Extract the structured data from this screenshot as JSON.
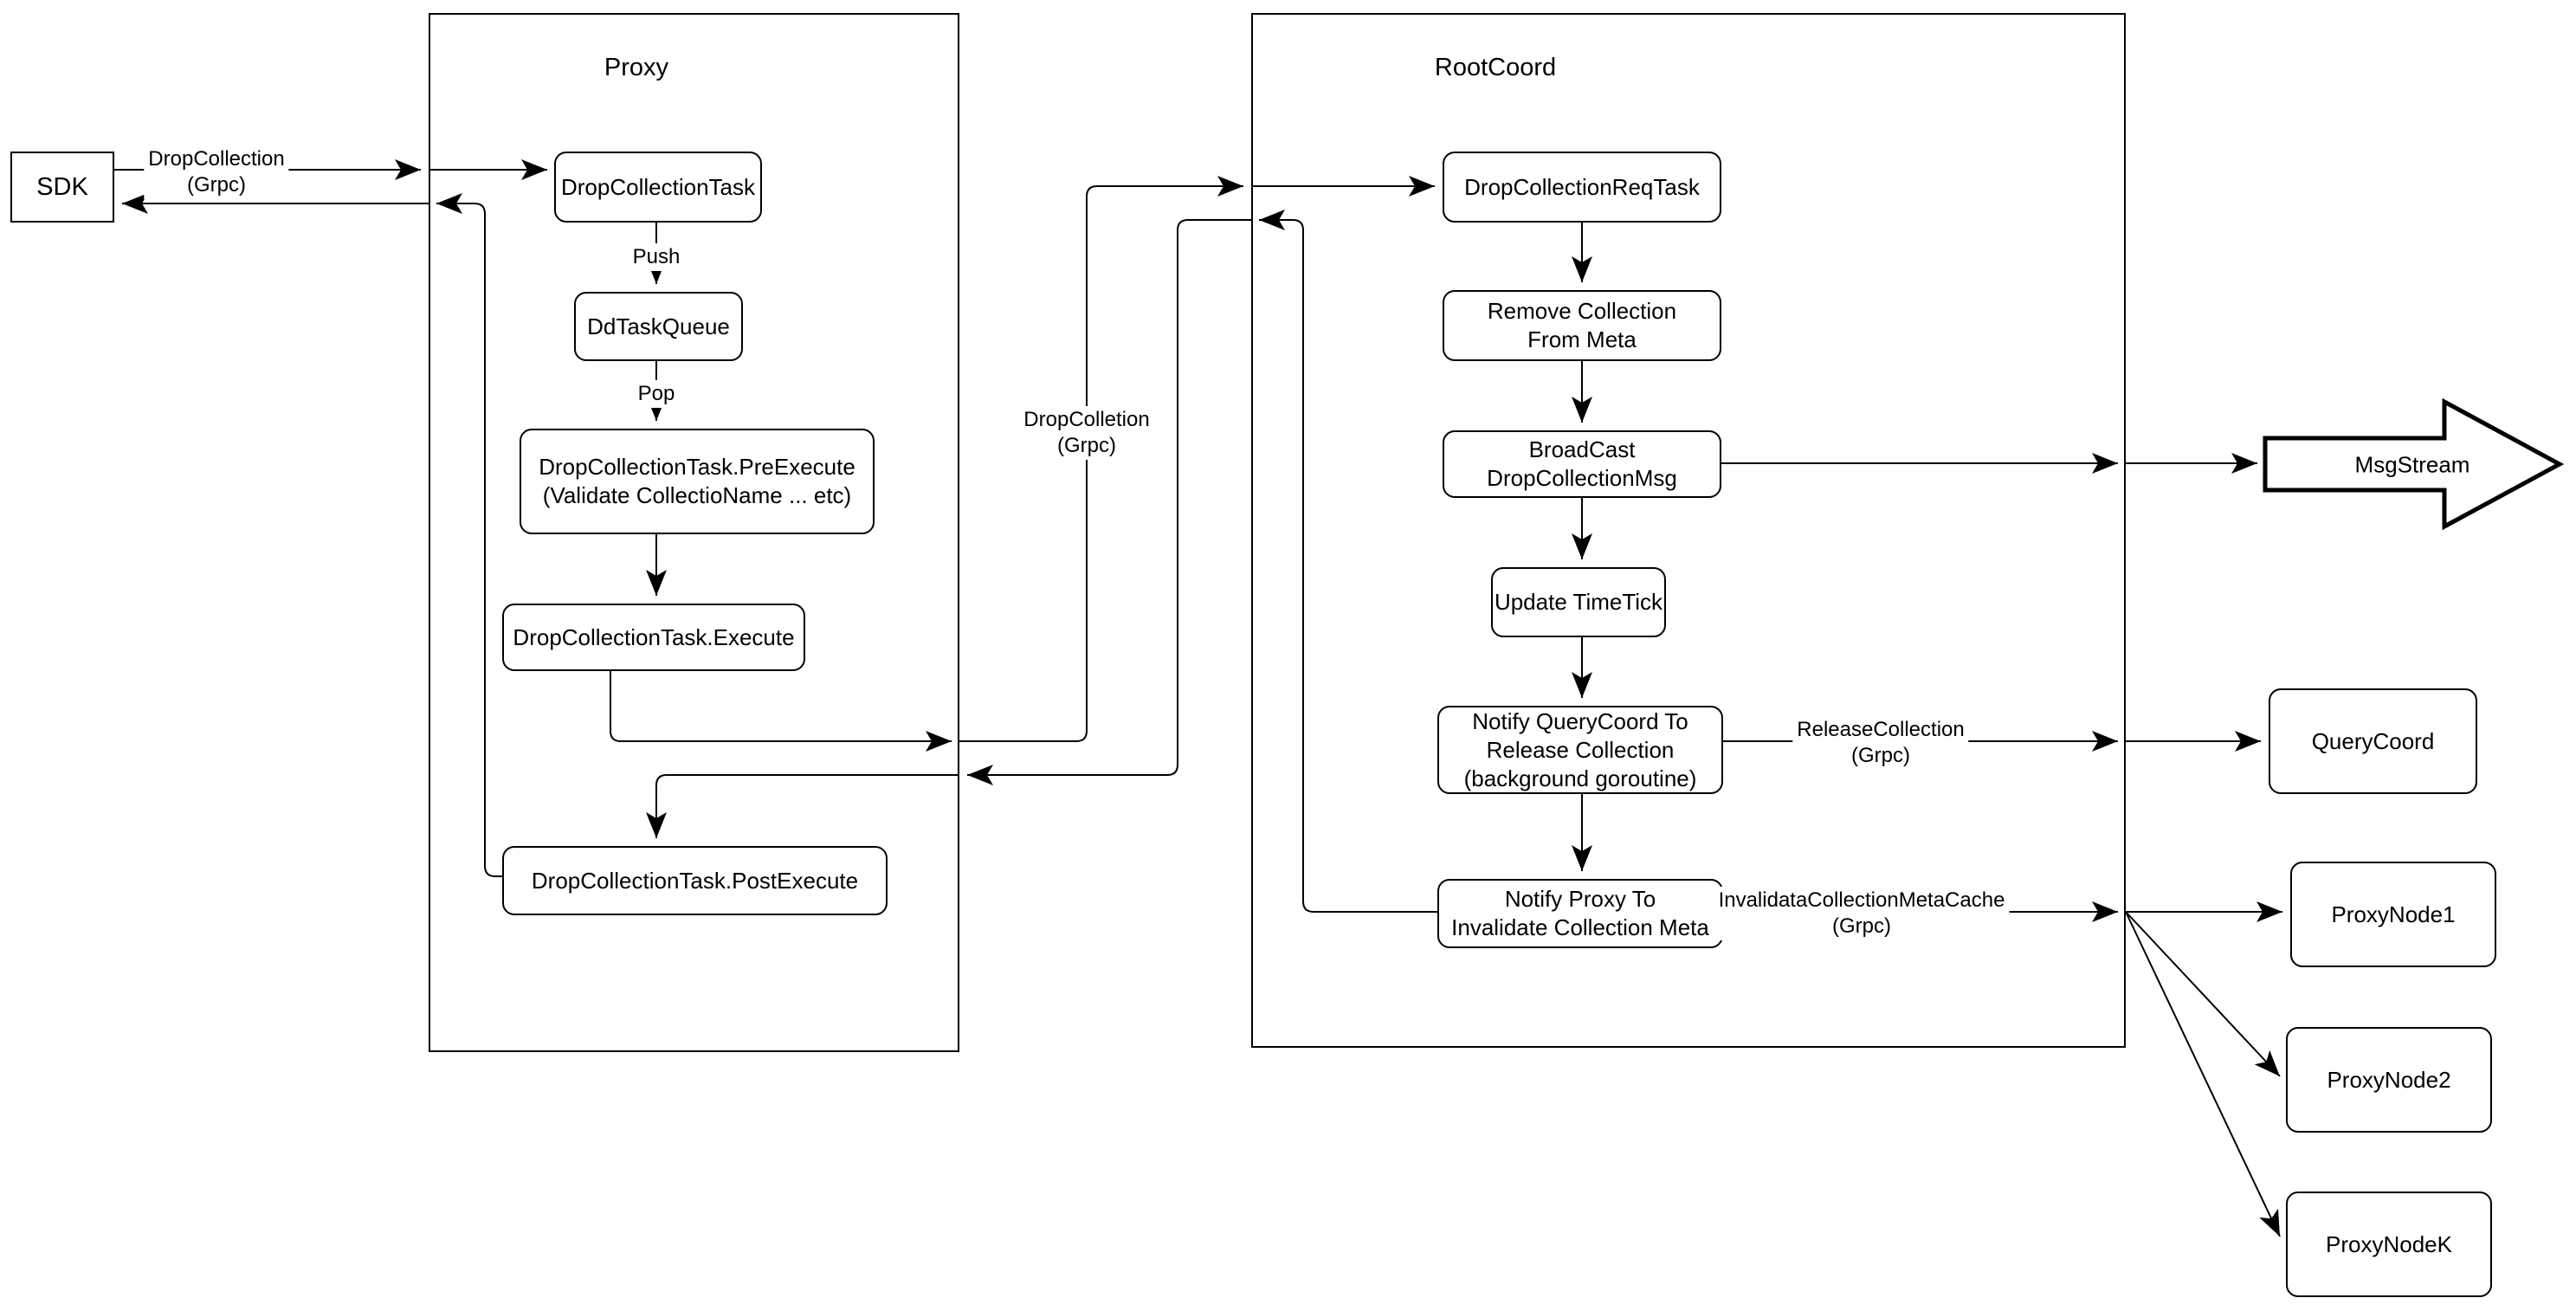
{
  "sdk": {
    "label": "SDK"
  },
  "proxy": {
    "title": "Proxy",
    "drop_collection_task": {
      "label": "DropCollectionTask"
    },
    "dd_task_queue": {
      "label": "DdTaskQueue"
    },
    "pre_execute": {
      "line1": "DropCollectionTask.PreExecute",
      "line2": "(Validate CollectioName ... etc)"
    },
    "execute": {
      "label": "DropCollectionTask.Execute"
    },
    "post_execute": {
      "label": "DropCollectionTask.PostExecute"
    }
  },
  "rootcoord": {
    "title": "RootCoord",
    "req_task": {
      "label": "DropCollectionReqTask"
    },
    "remove_meta": {
      "line1": "Remove Collection",
      "line2": "From Meta"
    },
    "broadcast": {
      "line1": "BroadCast",
      "line2": "DropCollectionMsg"
    },
    "update_timetick": {
      "label": "Update TimeTick"
    },
    "notify_querycoord": {
      "line1": "Notify QueryCoord To",
      "line2": "Release Collection",
      "line3": "(background goroutine)"
    },
    "notify_proxy": {
      "line1": "Notify Proxy To",
      "line2": "Invalidate Collection Meta"
    }
  },
  "external": {
    "msg_stream": {
      "label": "MsgStream"
    },
    "query_coord": {
      "label": "QueryCoord"
    },
    "proxy_node_1": {
      "label": "ProxyNode1"
    },
    "proxy_node_2": {
      "label": "ProxyNode2"
    },
    "proxy_node_k": {
      "label": "ProxyNodeK"
    }
  },
  "edge_labels": {
    "sdk_grpc": {
      "line1": "DropCollection",
      "line2": "(Grpc)"
    },
    "push": "Push",
    "pop": "Pop",
    "proxy_rootcoord_grpc": {
      "line1": "DropColletion",
      "line2": "(Grpc)"
    },
    "release_collection": {
      "line1": "ReleaseCollection",
      "line2": "(Grpc)"
    },
    "invalidate_cache": {
      "line1": "InvalidataCollectionMetaCache",
      "line2": "(Grpc)"
    }
  },
  "colors": {
    "stroke": "#000000",
    "background": "#ffffff"
  }
}
